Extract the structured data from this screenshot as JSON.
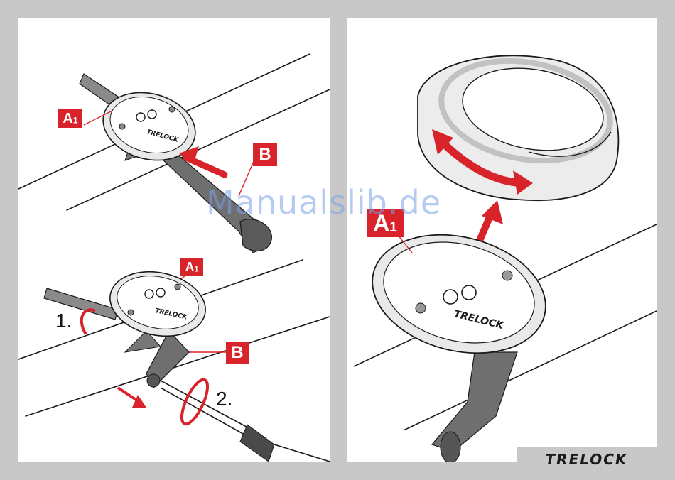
{
  "labels": {
    "a1_top": "A",
    "a1_top_sub": "1",
    "b_top": "B",
    "a1_mid": "A",
    "a1_mid_sub": "1",
    "b_mid": "B",
    "a1_right": "A",
    "a1_right_sub": "1"
  },
  "steps": {
    "step1": "1.",
    "step2": "2."
  },
  "device_text": {
    "brand_on_mount_1": "TRELOCK",
    "brand_on_mount_2": "TRELOCK",
    "brand_on_mount_3": "TRELOCK"
  },
  "watermark": "Manualslib.de",
  "logo": "TRELOCK",
  "colors": {
    "accent_red": "#d8232a",
    "page_bg": "#c8c8c8",
    "panel_bg": "#ffffff"
  }
}
